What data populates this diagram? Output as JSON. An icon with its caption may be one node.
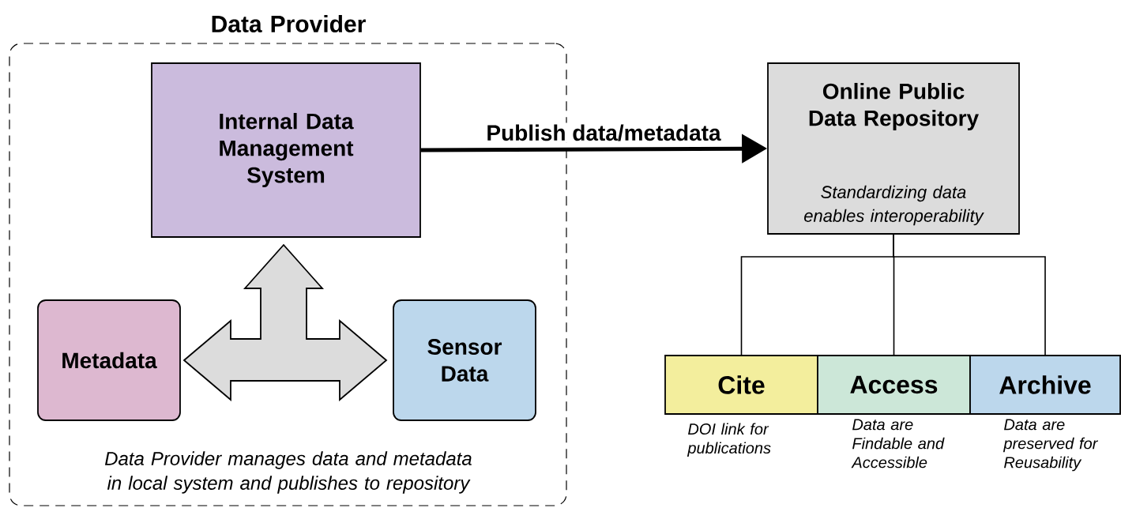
{
  "diagram": {
    "nodes": [
      {
        "text": [
          "Data Provider",
          "Data Provider manages data and metadata in local system and publishes to repository"
        ]
      },
      {
        "text": [
          "Internal Data Management System"
        ],
        "in": 0
      },
      {
        "text": [
          "Metadata"
        ],
        "in": 0
      },
      {
        "text": [
          "Sensor Data"
        ],
        "in": 0
      },
      {
        "text": [
          "Online Public Data Repository",
          "Standardizing data enables interoperability"
        ]
      },
      {
        "text": [
          "Cite"
        ],
        "beside": [
          "DOI link for publications"
        ]
      },
      {
        "text": [
          "Access"
        ],
        "beside": [
          "Data are Findable and Accessible"
        ]
      },
      {
        "text": [
          "Archive"
        ],
        "beside": [
          "Data are preserved for Reusability"
        ]
      }
    ],
    "edges": [
      {
        "from": 1,
        "to": 4,
        "arrow": "to",
        "label": "Publish data/metadata",
        "style": "thick"
      },
      {
        "from": 2,
        "to": 3,
        "arrow": "both"
      },
      {
        "from": 2,
        "to": 1,
        "arrow": "both"
      },
      {
        "from": 3,
        "to": 1,
        "arrow": "both"
      },
      {
        "from": 4,
        "to": 5,
        "arrow": "none"
      },
      {
        "from": 4,
        "to": 6,
        "arrow": "none"
      },
      {
        "from": 4,
        "to": 7,
        "arrow": "none"
      }
    ]
  }
}
